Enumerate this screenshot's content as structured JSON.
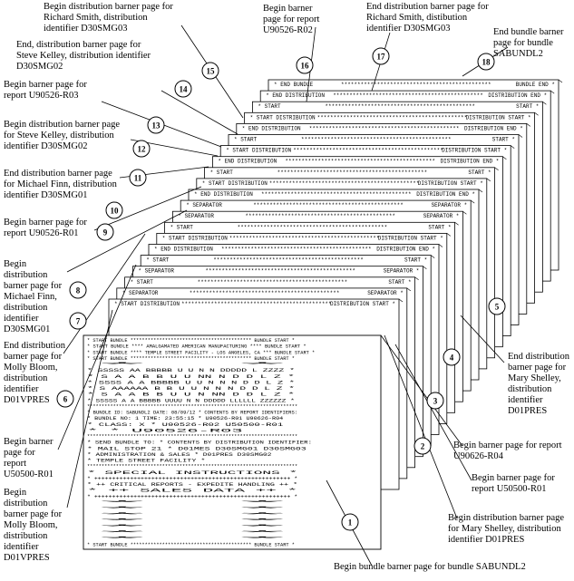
{
  "callouts": {
    "c1": "Begin bundle barner page for bundle SABUNDL2",
    "c2": "Begin distribution barner page for Mary Shelley, distribution identifier D01PRES",
    "c3": "Begin barner page for report U50500-R01",
    "c4": "Begin barner page for report U90626-R04",
    "c5": "End distribution barner page for Mary Shelley, distribution identifier D01PRES",
    "c6": "Begin distribution barner page for Molly Bloom, distribution identifier D01VPRES",
    "c7": "Begin barner page for report U50500-R01",
    "c8": "End distribution barner page for Molly Bloom, distribution identifier D01VPRES",
    "c9": "Begin distribution barner page for Michael Finn, distribution identifier D30SMG01",
    "c10": "Begin barner page for report U90526-R01",
    "c11": "End distribution barner page for Michael Finn, distribution identifier D30SMG01",
    "c12": "Begin distribution barner page for Steve Kelley, distribution identifier D30SMG02",
    "c13": "Begin barner page for report U90526-R03",
    "c14": "End, distribution barner page for Steve Kelley, distribution identifier D30SMG02",
    "c15": "Begin distribution barner page for Richard Smith, distribution identifier D30SMG03",
    "c16": "Begin barner page for report U90526-R02",
    "c17": "End distribution barner page for Richard Smith, distibution identifier D30SMG03",
    "c18": "End bundle barner page for bundle SABUNDL2"
  },
  "markers": [
    "1",
    "2",
    "3",
    "4",
    "5",
    "6",
    "7",
    "8",
    "9",
    "10",
    "11",
    "12",
    "13",
    "14",
    "15",
    "16",
    "17",
    "18"
  ],
  "sheets": [
    {
      "left": "* END BUNDLE",
      "right": "BUNDLE END *"
    },
    {
      "left": "* END DISTRIBUTION",
      "right": "DISTRIBUTION END *"
    },
    {
      "left": "* START",
      "right": "START *"
    },
    {
      "left": "* START DISTRIBUTION",
      "right": "DISTRIBUTION START *"
    },
    {
      "left": "* END DISTRIBUTION",
      "right": "DISTRIBUTION END *"
    },
    {
      "left": "* START",
      "right": "START *"
    },
    {
      "left": "* START DISTRIBUTION",
      "right": "DISTRIBUTION START *"
    },
    {
      "left": "* END DISTRIBUTION",
      "right": "DISTRIBUTION END *"
    },
    {
      "left": "* START",
      "right": "START *"
    },
    {
      "left": "* START DISTRIBUTION",
      "right": "DISTRIBUTION START *"
    },
    {
      "left": "* END DISTRIBUTION",
      "right": "DISTRIBUTION END *"
    },
    {
      "left": "* SEPARATOR",
      "right": "SEPARATOR *"
    },
    {
      "left": "* SEPARATOR",
      "right": "SEPARATOR *"
    },
    {
      "left": "* START",
      "right": "START *"
    },
    {
      "left": "* START DISTRIBUTION",
      "right": "DISTRIBUTION START *"
    },
    {
      "left": "* END DISTRIBUTION",
      "right": "DISTRIBUTION END *"
    },
    {
      "left": "* START",
      "right": "START *"
    },
    {
      "left": "* SEPARATOR",
      "right": "SEPARATOR *"
    },
    {
      "left": "* START",
      "right": "START *"
    },
    {
      "left": "* SEPARATOR",
      "right": "SEPARATOR *"
    },
    {
      "left": "* START DISTRIBUTION",
      "right": "DISTRIBUTION START *"
    }
  ],
  "front_page": {
    "lines": [
      "* START BUNDLE ****************************************** BUNDLE START *",
      "* START BUNDLE ****  AMALGAMATED AMERICAN MANUFACTURING  **** BUNDLE START *",
      "* START BUNDLE **** TEMPLE STREET FACILITY - LOS ANGELES, CA *** BUNDLE START *",
      "* START BUNDLE ****************************************** BUNDLE START *",
      "*                                                                       *",
      "*     SSSSS    AA    BBBBB   U    U   N    N  DDDDD   L        ZZZZ    *",
      "*    S        A  A   B    B  U    U   NN   N  D    D  L           Z    *",
      "*     SSSS   A    A  BBBBB   U    U   N N  N  D    D  L          Z     *",
      "*         S  AAAAAA  B    B  U    U   N  N N  D    D  L         Z      *",
      "*         S  A    A  B    B  U    U   N   NN  D    D  L        Z       *",
      "*    SSSSS   A    A  BBBBB    UUUU    N    N  DDDDD   LLLLLL  ZZZZZZ   *",
      "*************************************************************************",
      "* BUNDLE ID: SABUNDL2    DATE: 08/09/12 * CONTENTS BY REPORT IDENTIFIERS:",
      "* BUNDLE NO: 1           TIME: 23:55:15 *   U90526-R01    U90626-R04",
      "* CLASS:     X                          *   U90526-R02    U50500-R01",
      "*                                       *   U90526-R03",
      "*************************************************************************",
      "* SEND BUNDLE TO:                       * CONTENTS BY DISTRIBUTION IDENTIFIER:",
      "*   MAIL STOP 21                        *   D01MES      D30SMG01    D30SMG03",
      "*   ADMINISTRATION & SALES              *   D01PRES     D30SMG02",
      "*   TEMPLE STREET FACILITY              *",
      "*************************************************************************",
      "* SPECIAL INSTRUCTIONS                                                  *",
      "*   +++++++++++++++++++++++++++++++++++++++++++++++++++++++             *",
      "*   ++    CRITICAL REPORTS - EXPEDITE HANDLING         ++               *",
      "*   ++              SALES DATA                         ++               *",
      "*   +++++++++++++++++++++++++++++++++++++++++++++++++++++++             *",
      "*                                                                       *",
      "*                                                                       *",
      "*                                                                       *",
      "*                                                                       *",
      "*                                                                       *",
      "*                                                                       *",
      "*                                                                       *",
      "* START BUNDLE ****************************************** BUNDLE START *"
    ]
  }
}
